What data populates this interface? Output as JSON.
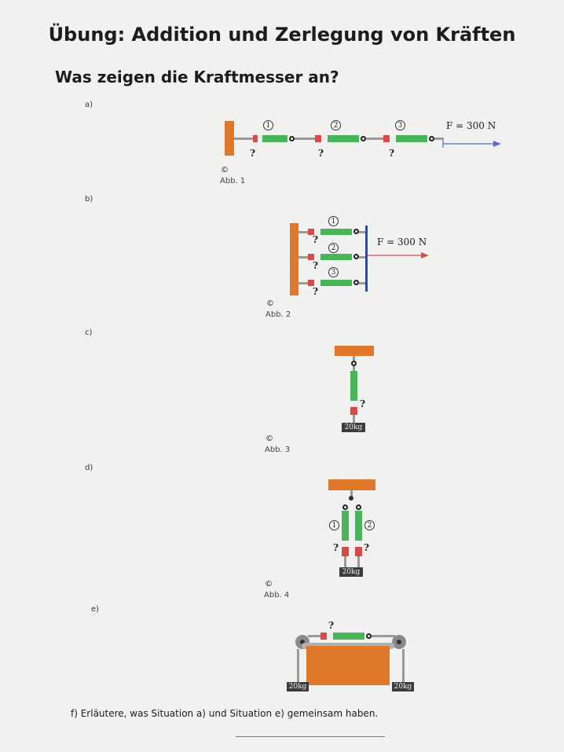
{
  "title": "Übung: Addition und Zerlegung von Kräften",
  "question": "Was zeigen die Kraftmesser an?",
  "copyright": "©",
  "unknown": "?",
  "labels": {
    "a": "a)",
    "b": "b)",
    "c": "c)",
    "d": "d)",
    "e": "e)"
  },
  "figures": {
    "abb1": "Abb. 1",
    "abb2": "Abb. 2",
    "abb3": "Abb. 3",
    "abb4": "Abb. 4"
  },
  "force_label": "F = 300 N",
  "meter_numbers": [
    "1",
    "2",
    "3"
  ],
  "mass_label": "20kg",
  "question_f": "f) Erläutere, was Situation a) und Situation e) gemeinsam haben.",
  "colors": {
    "wall": "#e0782c",
    "bar": "#1a4cc2",
    "meter_green": "#49b55a",
    "meter_red": "#d84a4a",
    "mass": "#3c3c3c"
  }
}
